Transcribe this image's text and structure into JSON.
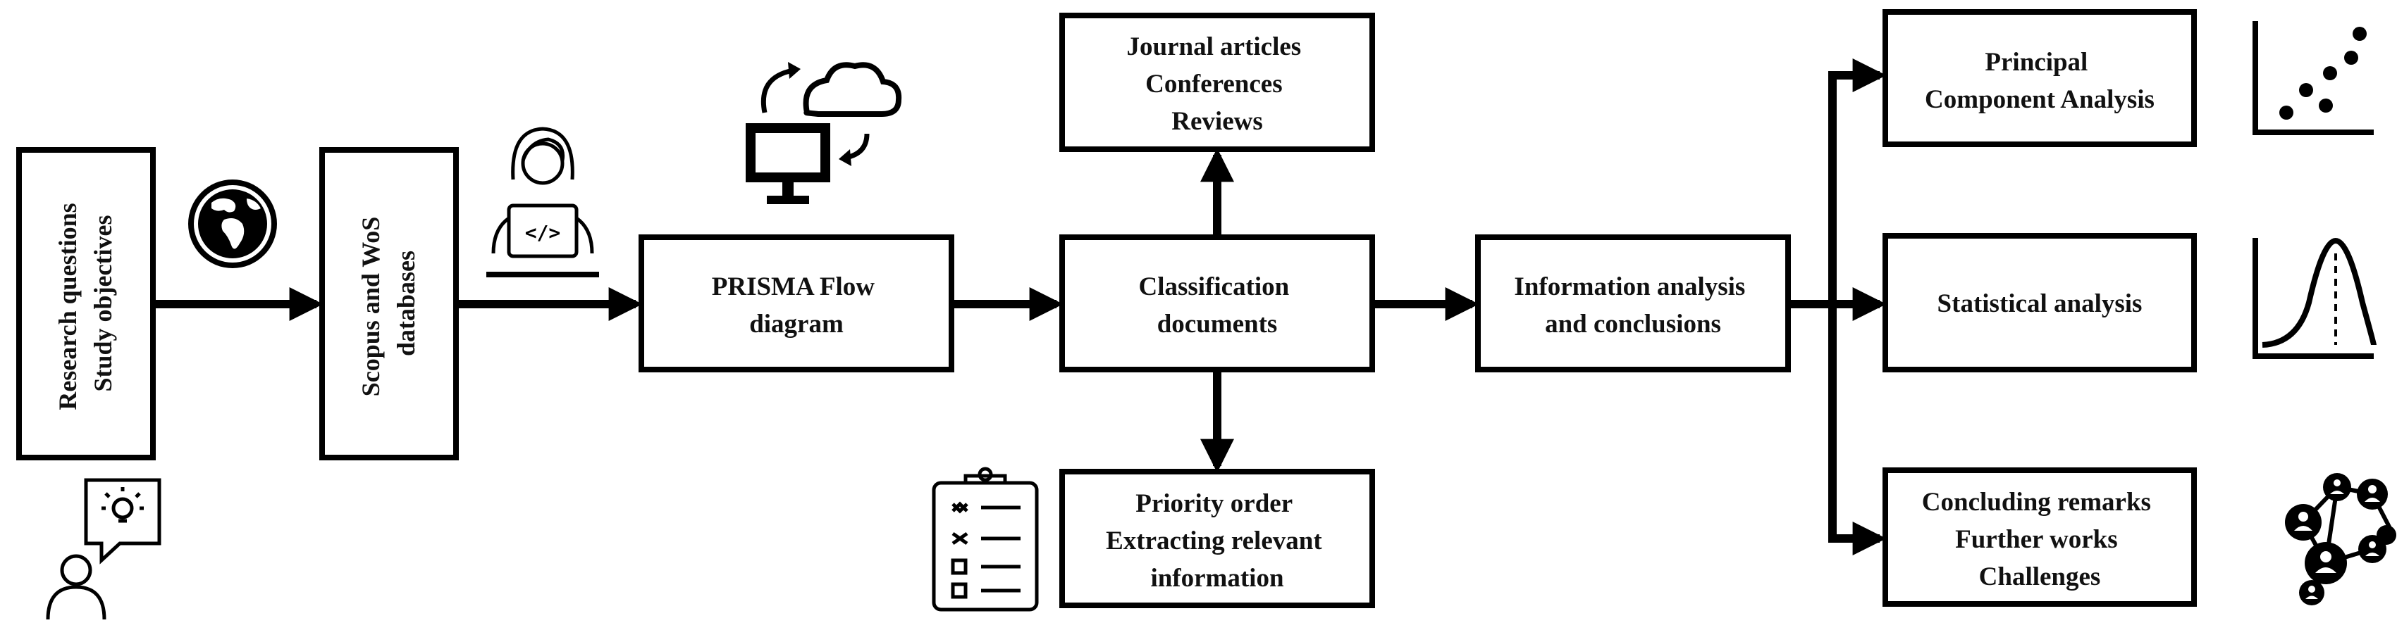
{
  "boxes": {
    "research": {
      "line1": "Research questions",
      "line2": "Study objectives"
    },
    "databases": {
      "line1": "Scopus and WoS",
      "line2": "databases"
    },
    "prisma": {
      "line1": "PRISMA Flow",
      "line2": "diagram"
    },
    "classification": {
      "line1": "Classification",
      "line2": "documents"
    },
    "journal": {
      "line1": "Journal articles",
      "line2": "Conferences",
      "line3": "Reviews"
    },
    "priority": {
      "line1": "Priority order",
      "line2": "Extracting relevant",
      "line3": "information"
    },
    "information": {
      "line1": "Information analysis",
      "line2": "and conclusions"
    },
    "pca": {
      "line1": "Principal",
      "line2": "Component Analysis"
    },
    "statistical": {
      "line1": "Statistical analysis"
    },
    "concluding": {
      "line1": "Concluding remarks",
      "line2": "Further works",
      "line3": "Challenges"
    }
  },
  "icons": [
    "globe-icon",
    "person-idea-icon",
    "programmer-laptop-icon",
    "cloud-sync-computer-icon",
    "checklist-clipboard-icon",
    "scatter-plot-icon",
    "bell-curve-icon",
    "network-people-icon"
  ],
  "colors": {
    "stroke": "#000000",
    "background": "#ffffff"
  }
}
